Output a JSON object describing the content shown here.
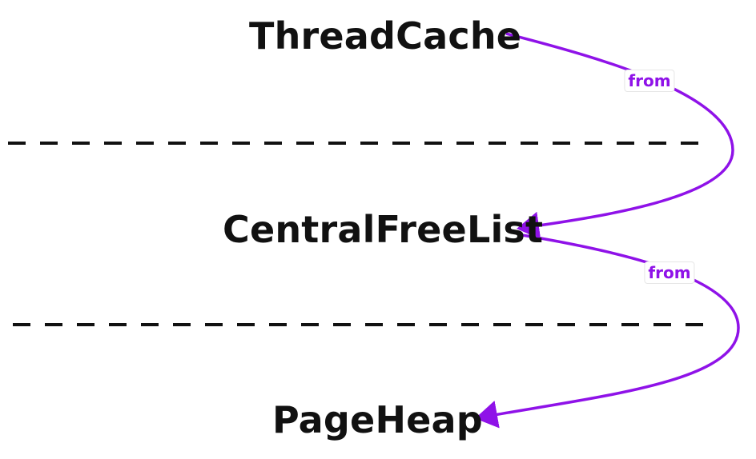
{
  "nodes": [
    {
      "id": "thread-cache",
      "label": "ThreadCache"
    },
    {
      "id": "central-free-list",
      "label": "CentralFreeList"
    },
    {
      "id": "page-heap",
      "label": "PageHeap"
    }
  ],
  "edges": [
    {
      "from": "thread-cache",
      "to": "central-free-list",
      "label": "from"
    },
    {
      "from": "central-free-list",
      "to": "page-heap",
      "label": "from"
    }
  ],
  "colors": {
    "text": "#111111",
    "separator": "#111111",
    "edge": "#8f12e8",
    "edge_label": "#8f12e8"
  }
}
